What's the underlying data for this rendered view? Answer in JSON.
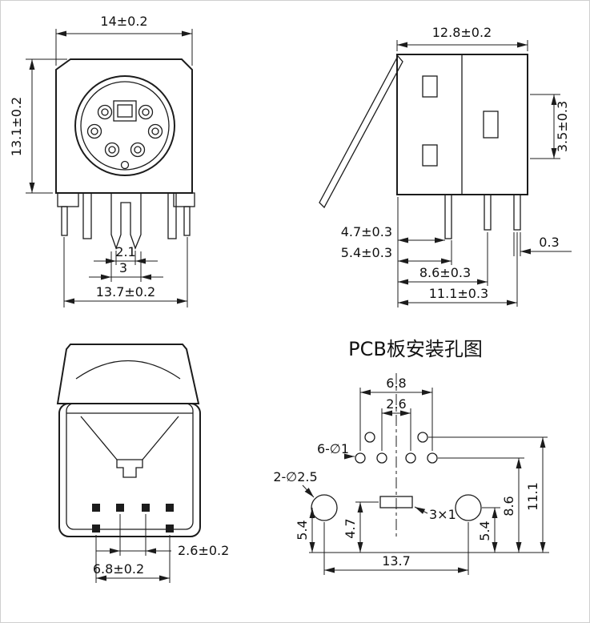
{
  "front_view": {
    "dim_width_top": "14±0.2",
    "dim_height_left": "13.1±0.2",
    "dim_prong_gap": "2.1",
    "dim_prong_span": "3",
    "dim_width_bottom": "13.7±0.2"
  },
  "side_view": {
    "dim_width_top": "12.8±0.2",
    "dim_height_right": "3.5±0.3",
    "dim_leg_front": "4.7±0.3",
    "dim_leg_back": "5.4±0.3",
    "dim_leg_thickness": "0.3",
    "dim_leg_mid": "8.6±0.3",
    "dim_leg_rear": "11.1±0.3"
  },
  "bottom_view": {
    "dim_pin_pitch": "2.6±0.2",
    "dim_pin_span": "6.8±0.2"
  },
  "pcb_view": {
    "title": "PCB板安装孔图",
    "dim_hole_span": "6.8",
    "dim_hole_pitch": "2.6",
    "label_small_holes": "6-∅1",
    "label_large_holes": "2-∅2.5",
    "label_slot": "3×1",
    "dim_left_vertical": "5.4",
    "dim_slot_vertical": "4.7",
    "dim_right_v1": "5.4",
    "dim_right_v2": "8.6",
    "dim_right_v3": "11.1",
    "dim_hole_distance": "13.7"
  }
}
